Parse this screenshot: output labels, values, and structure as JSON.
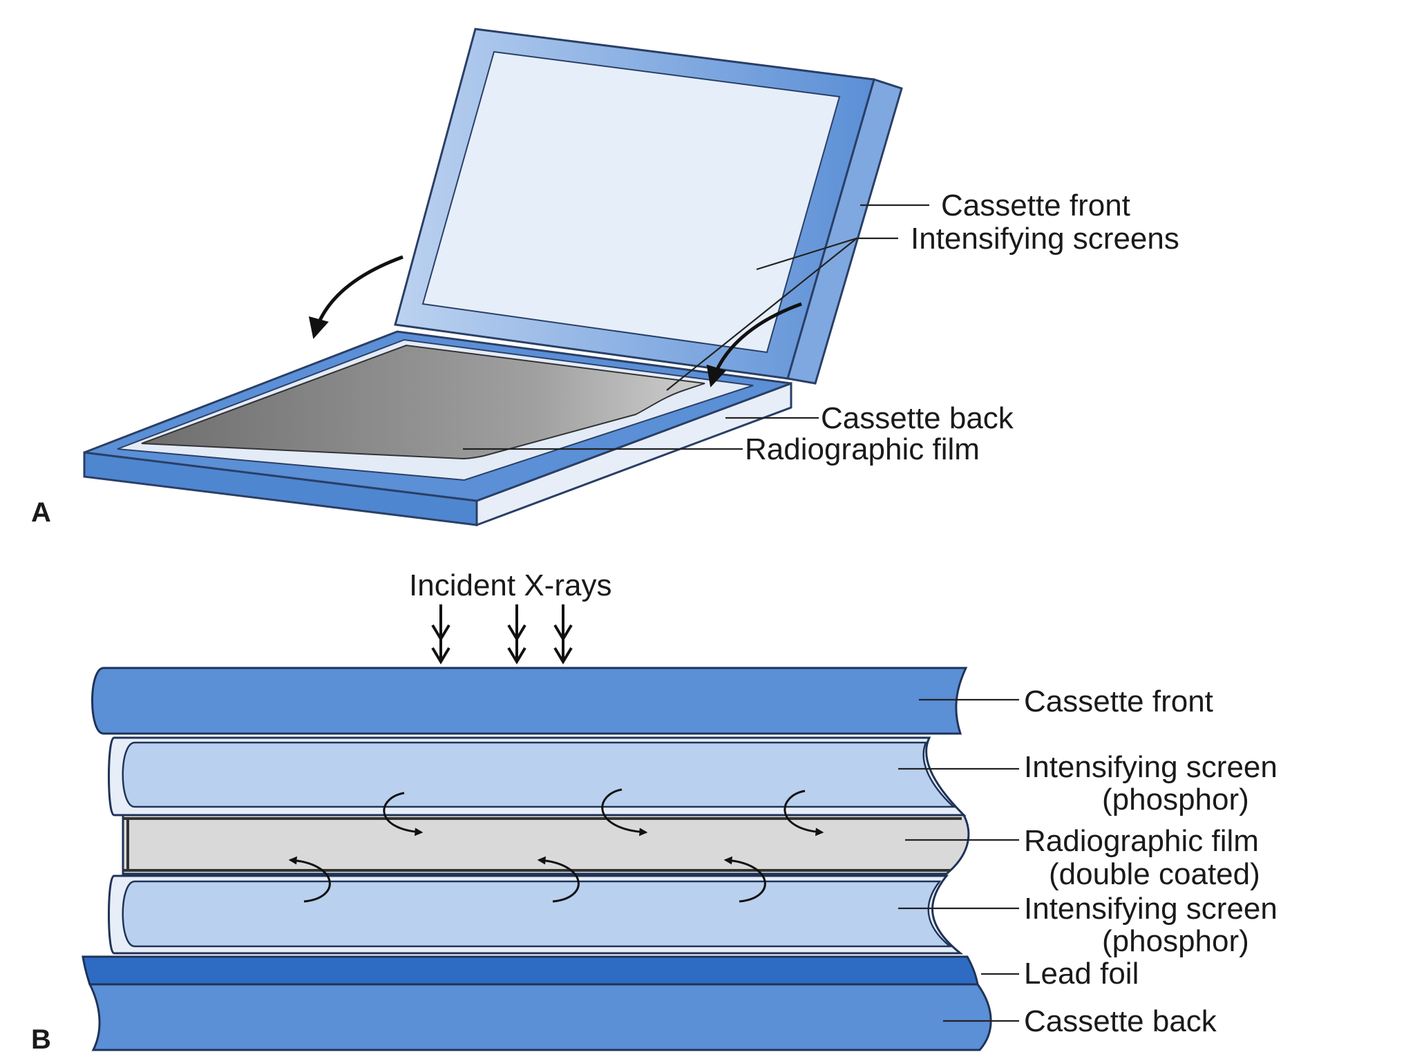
{
  "panel_a": {
    "letter": "A",
    "labels": {
      "cassette_front": "Cassette front",
      "intensifying_screens": "Intensifying screens",
      "cassette_back": "Cassette back",
      "radiographic_film": "Radiographic film"
    }
  },
  "panel_b": {
    "letter": "B",
    "incident": "Incident X-rays",
    "labels": {
      "cassette_front": "Cassette front",
      "screen_top_1": "Intensifying screen",
      "screen_top_2": "(phosphor)",
      "film_1": "Radiographic film",
      "film_2": "(double coated)",
      "screen_bottom_1": "Intensifying screen",
      "screen_bottom_2": "(phosphor)",
      "lead_foil": "Lead foil",
      "cassette_back": "Cassette back"
    }
  },
  "colors": {
    "cassette_blue": "#5b8fd6",
    "screen_light_blue": "#b9d0ee",
    "film_gray": "#d9d9d9",
    "lead_dark_blue": "#2e6cc4"
  }
}
